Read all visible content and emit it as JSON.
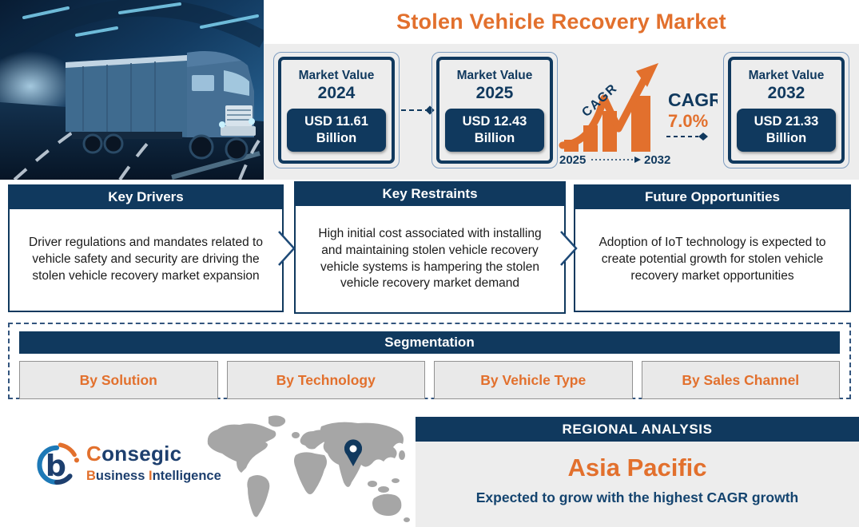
{
  "colors": {
    "navy": "#10395e",
    "orange": "#e2702d",
    "panel_gray": "#ededed",
    "button_gray": "#e9e9e9",
    "map_gray": "#a6a6a6"
  },
  "header": {
    "title": "Stolen Vehicle Recovery Market",
    "market_values": [
      {
        "label": "Market Value",
        "year": "2024",
        "value": "USD 11.61 Billion"
      },
      {
        "label": "Market Value",
        "year": "2025",
        "value": "USD 12.43 Billion"
      },
      {
        "label": "Market Value",
        "year": "2032",
        "value": "USD 21.33 Billion"
      }
    ],
    "cagr": {
      "arrow_label": "CAGR",
      "big_label": "CAGR",
      "value": "7.0%",
      "start_year": "2025",
      "end_year": "2032"
    }
  },
  "insights": [
    {
      "title": "Key Drivers",
      "text": "Driver regulations and mandates related to vehicle safety and security are driving the stolen vehicle recovery market expansion"
    },
    {
      "title": "Key Restraints",
      "text": "High initial cost associated with installing and maintaining stolen vehicle recovery vehicle systems is hampering the stolen vehicle recovery market demand"
    },
    {
      "title": "Future Opportunities",
      "text": "Adoption of IoT technology is expected to create potential growth for stolen vehicle recovery market opportunities"
    }
  ],
  "segmentation": {
    "title": "Segmentation",
    "items": [
      "By Solution",
      "By Technology",
      "By Vehicle Type",
      "By Sales Channel"
    ]
  },
  "regional": {
    "title": "REGIONAL ANALYSIS",
    "region": "Asia Pacific",
    "subtitle": "Expected to grow with the highest CAGR growth"
  },
  "brand": {
    "word1_initial": "C",
    "word1_rest": "onsegic",
    "word2_initial": "B",
    "word2_rest": "usiness",
    "word3_initial": "I",
    "word3_rest": "ntelligence"
  }
}
